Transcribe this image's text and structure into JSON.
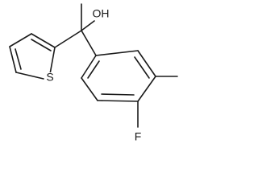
{
  "structure": {
    "atom_labels": {
      "hydroxyl": "OH",
      "sulfur": "S",
      "fluorine": "F"
    },
    "colors": {
      "bond": "#1a1a1a",
      "text": "#1a1a1a",
      "background": "#ffffff"
    }
  }
}
